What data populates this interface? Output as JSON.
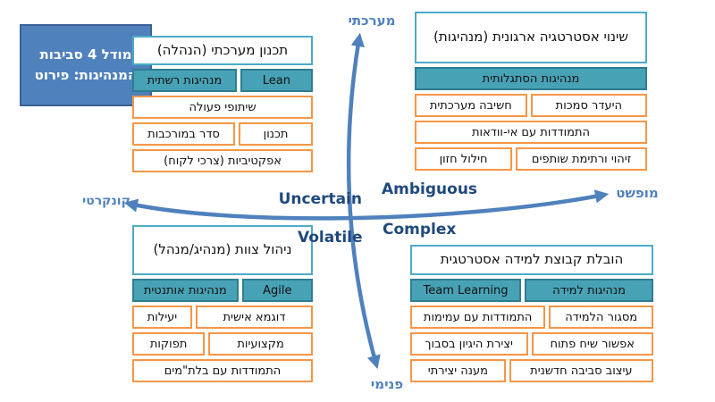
{
  "intro_panel": {
    "line1": "מודל 4 סביבות",
    "line2": "המנהיגות: פירוט"
  },
  "axis_labels": {
    "top": "מערכתי",
    "bottom": "פנימי",
    "left": "קונקרטי",
    "right": "מופשט"
  },
  "vuca": {
    "uncertain": "Uncertain",
    "ambiguous": "Ambiguous",
    "volatile": "Volatile",
    "complex": "Complex"
  },
  "quadrants": {
    "tl": {
      "title": "תכנון מערכתי (הנהלה)",
      "teal": [
        "מנהיגות רשתית",
        "Lean"
      ],
      "rows": [
        [
          "שיתופי פעולה"
        ],
        [
          "סדר במורכבות",
          "תכנון"
        ],
        [
          "אפקטיביות (צרכי לקוח)"
        ]
      ]
    },
    "tr": {
      "title": "שינוי אסטרטגיה ארגונית (מנהיגות)",
      "teal": [
        "מנהיגות הסתגלותית"
      ],
      "rows": [
        [
          "חשיבה מערכתית",
          "היעדר סמכות"
        ],
        [
          "התמודדות עם אי-וודאות"
        ],
        [
          "חילול חזון",
          "זיהוי ורתימת שותפים"
        ]
      ]
    },
    "bl": {
      "title": "ניהול צוות (מנהיג/מנהל)",
      "teal": [
        "מנהיגות אותנטית",
        "Agile"
      ],
      "rows": [
        [
          "יעילות",
          "דוגמא אישית"
        ],
        [
          "תפוקות",
          "מקצועיות"
        ],
        [
          "התמודדות עם בלת\"מים"
        ]
      ]
    },
    "br": {
      "title": "הובלת קבוצת למידה אסטרטגית",
      "teal": [
        "Team Learning",
        "מנהיגות למידה"
      ],
      "rows": [
        [
          "התמודדות עם עמימות",
          "מסגור הלמידה"
        ],
        [
          "יצירת היגיון בסבוך",
          "אפשור שיח פתוח"
        ],
        [
          "מענה יצירתי",
          "עיצוב סביבה חדשנית"
        ]
      ]
    }
  },
  "colors": {
    "teal_fill": "#48A2B6",
    "teal_border": "#2E7D91",
    "title_border": "#4BACC6",
    "orange_border": "#F79646",
    "axis_blue": "#4F81BD",
    "vuca_text": "#1F497D",
    "panel_fill": "#4F81BD"
  }
}
